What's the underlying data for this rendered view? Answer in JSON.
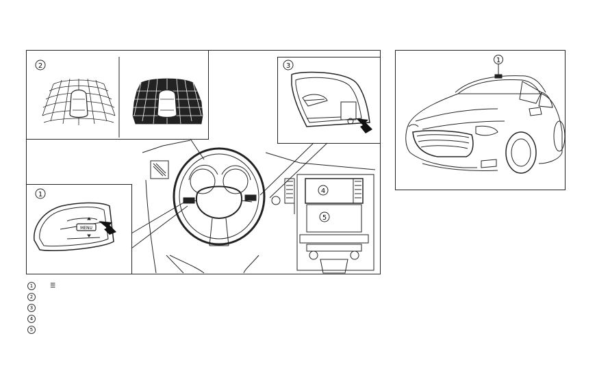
{
  "figure": {
    "main_panel": {
      "callouts": [
        "①",
        "②",
        "③",
        "④",
        "⑤"
      ],
      "switch_label": "MENU"
    },
    "car_panel": {
      "callouts": [
        "①"
      ]
    }
  },
  "legend": [
    {
      "number": "1",
      "icon": "list-icon",
      "icon_glyph": "☰",
      "text": ""
    },
    {
      "number": "2",
      "text": ""
    },
    {
      "number": "3",
      "text": ""
    },
    {
      "number": "4",
      "text": ""
    },
    {
      "number": "5",
      "text": ""
    }
  ]
}
